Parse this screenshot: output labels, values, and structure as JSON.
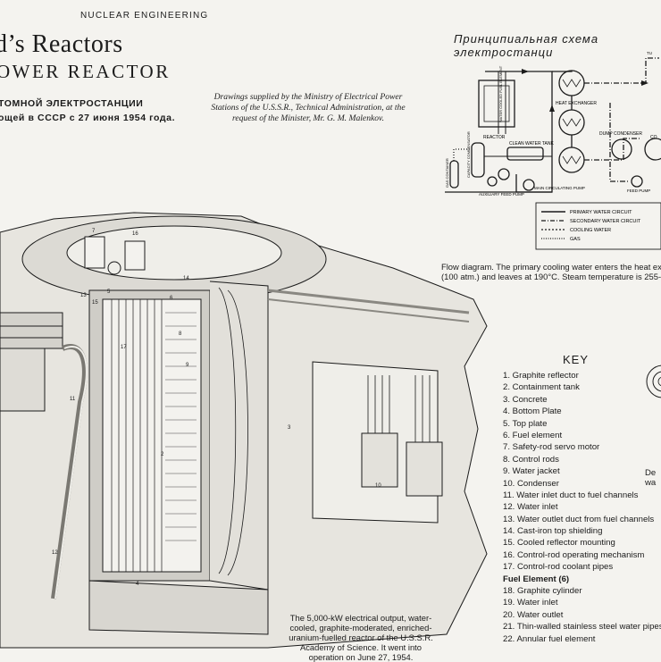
{
  "running_head": "NUCLEAR ENGINEERING",
  "title": "d’s Reactors",
  "subtitle": "OWER REACTOR",
  "russian_caption": {
    "line1": "ТОМНОЙ ЭЛЕКТРОСТАНЦИИ",
    "line2": "ощей в СССР с 27 июня 1954 года."
  },
  "credit": "Drawings supplied by the Ministry of Electrical Power Stations of the U.S.S.R., Technical Administration, at the request of the Minister, Mr. G. M. Malenkov.",
  "flow_diagram": {
    "title_ru": "Принципиальная схема электростанци",
    "labels": {
      "reactor": "REACTOR",
      "water_cooled_fuel_element": "WATER COOLED FUEL ELEMENT",
      "heat_exchanger": "HEAT EXCHANGER",
      "dump_condenser": "DUMP CONDENSER",
      "co": "CO",
      "clean_water_tank": "CLEAN WATER TANK",
      "capacity_compensator": "CAPACITY COMPENSATOR",
      "gas_container": "GAS CONTAINER",
      "auxiliary_feed_pump": "AUXILIARY FEED PUMP",
      "main_circulating_pump": "MAIN CIRCULATING PUMP",
      "feed_pump": "FEED PUMP",
      "tu": "TU"
    },
    "legend": [
      "PRIMARY WATER CIRCUIT",
      "SECONDARY WATER CIRCUIT",
      "COOLING WATER",
      "GAS"
    ],
    "caption_line1": "Flow diagram. The primary cooling water enters the heat exchange",
    "caption_line2": "(100 atm.) and leaves at 190°C.  Steam temperature is 255-260"
  },
  "key": {
    "title": "KEY",
    "items": [
      "1.  Graphite reflector",
      "2.  Containment tank",
      "3.  Concrete",
      "4.  Bottom Plate",
      "5.  Top plate",
      "6.  Fuel element",
      "7.  Safety-rod servo motor",
      "8.  Control rods",
      "9.  Water jacket",
      "10.  Condenser",
      "11.  Water inlet duct to fuel channels",
      "12.  Water inlet",
      "13.  Water outlet duct from fuel channels",
      "14.  Cast-iron top shielding",
      "15.  Cooled reflector mounting",
      "16.  Control-rod operating mechanism",
      "17.  Control-rod coolant pipes"
    ],
    "fuel_heading": "Fuel Element  (6)",
    "fuel_items": [
      "18.  Graphite cylinder",
      "19.  Water inlet",
      "20.  Water outlet",
      "21.  Thin-walled stainless steel water pipes",
      "22.  Annular fuel element"
    ]
  },
  "main_caption": "The 5,000-kW electrical output, water-cooled, graphite-moderated, enriched-uranium-fuelled reactor of the U.S.S.R. Academy of Science. It went into operation on June 27, 1954.",
  "side_caption": {
    "line1": "De",
    "line2": "wa"
  },
  "callouts": [
    "2",
    "3",
    "4",
    "5",
    "6",
    "7",
    "8",
    "9",
    "10",
    "11",
    "12",
    "13",
    "14",
    "15",
    "16",
    "17"
  ]
}
